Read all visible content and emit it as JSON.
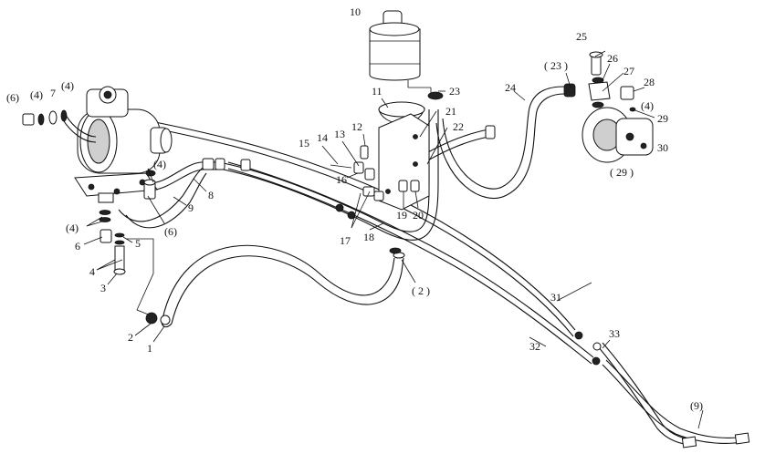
{
  "labels": {
    "l1": "1",
    "l2": "2",
    "l3": "3",
    "l4a": "4",
    "l5": "5",
    "l6": "6",
    "l4b": "(4)",
    "l6b": "(6)",
    "l4c": "(4)",
    "l6c": "(6)",
    "l4d": "(4)",
    "l7": "7",
    "l4e": "(4)",
    "l8": "8",
    "l9": "9",
    "l10": "10",
    "l11": "11",
    "l12": "12",
    "l13": "13",
    "l14": "14",
    "l15": "15",
    "l16": "16",
    "l17": "17",
    "l18": "18",
    "l19": "19",
    "l20": "20",
    "l21": "21",
    "l22": "22",
    "l23": "23",
    "l24": "24",
    "l23b": "( 23 )",
    "l25": "25",
    "l26": "26",
    "l27": "27",
    "l28": "28",
    "l4f": "(4)",
    "l29": "29",
    "l29b": "( 29 )",
    "l30": "30",
    "l2b": "( 2 )",
    "l31": "31",
    "l32": "32",
    "l33": "33",
    "l9b": "(9)"
  }
}
